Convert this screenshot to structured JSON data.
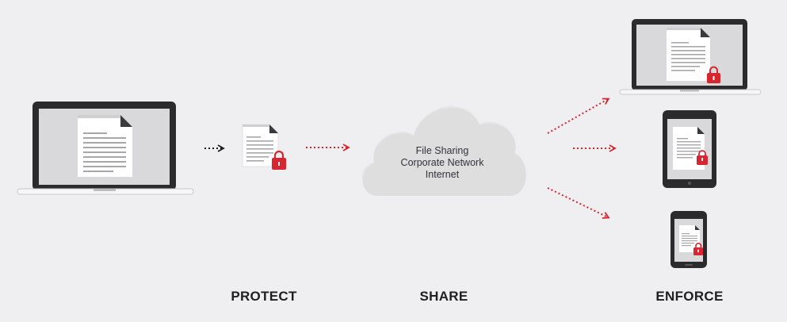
{
  "steps": {
    "protect": "PROTECT",
    "share": "SHARE",
    "enforce": "ENFORCE"
  },
  "cloud": {
    "lines": [
      "File Sharing",
      "Corporate Network",
      "Internet"
    ]
  },
  "colors": {
    "background": "#efeff1",
    "accent_red": "#d7262f",
    "device_dark": "#2b2b2e",
    "screen_gray": "#d9d9db"
  },
  "icons": {
    "source": "laptop-icon",
    "protected_doc": "locked-document-icon",
    "network": "cloud-icon",
    "targets": [
      "laptop-icon",
      "tablet-icon",
      "phone-icon"
    ]
  }
}
